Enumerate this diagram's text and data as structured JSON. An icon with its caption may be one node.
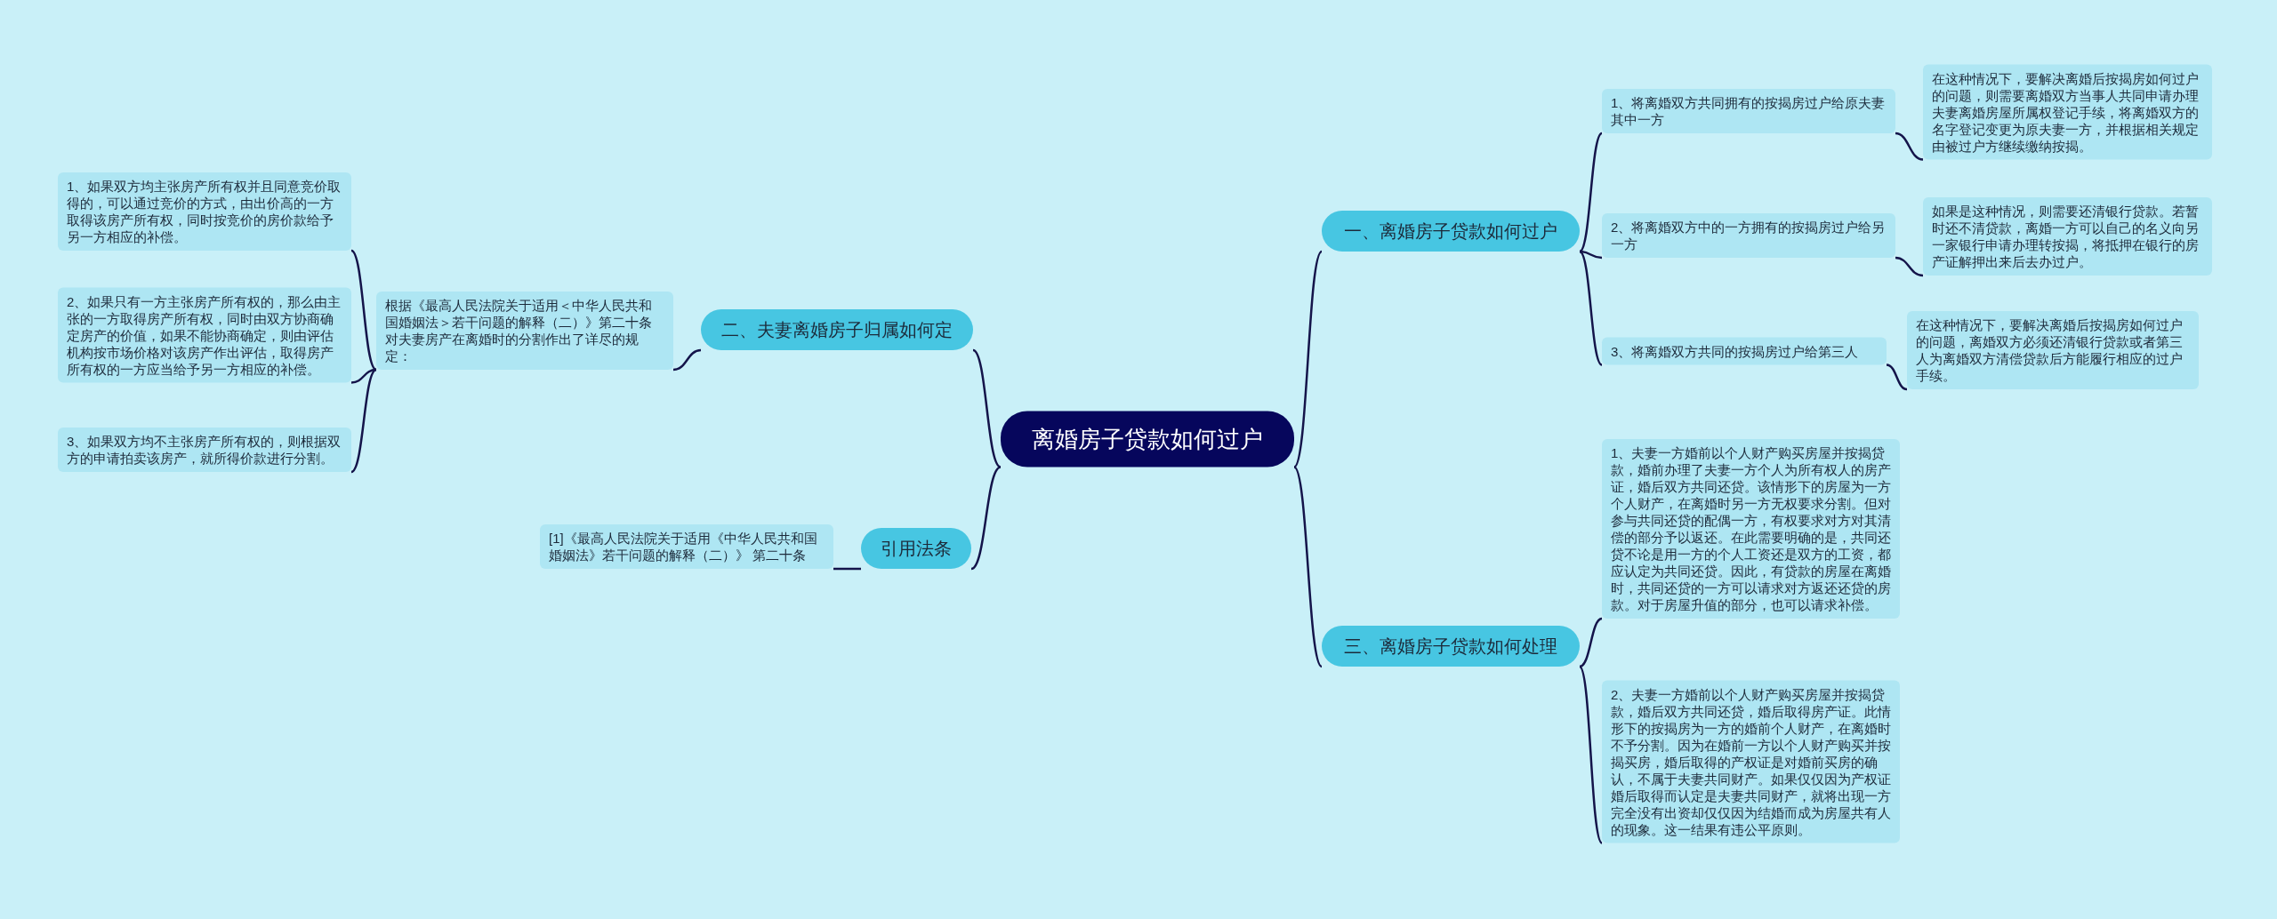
{
  "diagram": {
    "nodes": [
      {
        "text": [
          "离婚房子贷款如何过户"
        ]
      },
      {
        "text": [
          "一、离婚房子贷款如何过户"
        ]
      },
      {
        "text": [
          "1、将离婚双方共同拥有的按揭房过户给原夫妻其中一方"
        ]
      },
      {
        "text": [
          "在这种情况下，要解决离婚后按揭房如何过户的问题，则需要离婚双方当事人共同申请办理夫妻离婚房屋所属权登记手续，将离婚双方的名字登记变更为原夫妻一方，并根据相关规定由被过户方继续缴纳按揭。"
        ]
      },
      {
        "text": [
          "2、将离婚双方中的一方拥有的按揭房过户给另一方"
        ]
      },
      {
        "text": [
          "如果是这种情况，则需要还清银行贷款。若暂时还不清贷款，离婚一方可以自己的名义向另一家银行申请办理转按揭，将抵押在银行的房产证解押出来后去办过户。"
        ]
      },
      {
        "text": [
          "3、将离婚双方共同的按揭房过户给第三人"
        ]
      },
      {
        "text": [
          "在这种情况下，要解决离婚后按揭房如何过户的问题，离婚双方必须还清银行贷款或者第三人为离婚双方清偿贷款后方能履行相应的过户手续。"
        ]
      },
      {
        "text": [
          "三、离婚房子贷款如何处理"
        ]
      },
      {
        "text": [
          "1、夫妻一方婚前以个人财产购买房屋并按揭贷款，婚前办理了夫妻一方个人为所有权人的房产证，婚后双方共同还贷。该情形下的房屋为一方个人财产，在离婚时另一方无权要求分割。但对参与共同还贷的配偶一方，有权要求对方对其清偿的部分予以返还。在此需要明确的是，共同还贷不论是用一方的个人工资还是双方的工资，都应认定为共同还贷。因此，有贷款的房屋在离婚时，共同还贷的一方可以请求对方返还还贷的房款。对于房屋升值的部分，也可以请求补偿。"
        ]
      },
      {
        "text": [
          "2、夫妻一方婚前以个人财产购买房屋并按揭贷款，婚后双方共同还贷，婚后取得房产证。此情形下的按揭房为一方的婚前个人财产，在离婚时不予分割。因为在婚前一方以个人财产购买并按揭买房，婚后取得的产权证是对婚前买房的确认，不属于夫妻共同财产。如果仅仅因为产权证婚后取得而认定是夫妻共同财产，就将出现一方完全没有出资却仅仅因为结婚而成为房屋共有人的现象。这一结果有违公平原则。"
        ]
      },
      {
        "text": [
          "二、夫妻离婚房子归属如何定"
        ]
      },
      {
        "text": [
          "根据《最高人民法院关于适用＜中华人民共和国婚姻法＞若干问题的解释（二）》第二十条对夫妻房产在离婚时的分割作出了详尽的规定："
        ]
      },
      {
        "text": [
          "1、如果双方均主张房产所有权并且同意竞价取得的，可以通过竞价的方式，由出价高的一方取得该房产所有权，同时按竞价的房价款给予另一方相应的补偿。"
        ]
      },
      {
        "text": [
          "2、如果只有一方主张房产所有权的，那么由主张的一方取得房产所有权，同时由双方协商确定房产的价值，如果不能协商确定，则由评估机构按市场价格对该房产作出评估，取得房产所有权的一方应当给予另一方相应的补偿。"
        ]
      },
      {
        "text": [
          "3、如果双方均不主张房产所有权的，则根据双方的申请拍卖该房产，就所得价款进行分割。"
        ]
      },
      {
        "text": [
          "引用法条"
        ]
      },
      {
        "text": [
          "[1]《最高人民法院关于适用《中华人民共和国婚姻法》若干问题的解释（二）》 第二十条"
        ]
      }
    ],
    "edges": [
      {
        "from": 0,
        "to": 1,
        "arrow": "none"
      },
      {
        "from": 1,
        "to": 2,
        "arrow": "none"
      },
      {
        "from": 2,
        "to": 3,
        "arrow": "none"
      },
      {
        "from": 1,
        "to": 4,
        "arrow": "none"
      },
      {
        "from": 4,
        "to": 5,
        "arrow": "none"
      },
      {
        "from": 1,
        "to": 6,
        "arrow": "none"
      },
      {
        "from": 6,
        "to": 7,
        "arrow": "none"
      },
      {
        "from": 0,
        "to": 8,
        "arrow": "none"
      },
      {
        "from": 8,
        "to": 9,
        "arrow": "none"
      },
      {
        "from": 8,
        "to": 10,
        "arrow": "none"
      },
      {
        "from": 0,
        "to": 11,
        "arrow": "none"
      },
      {
        "from": 11,
        "to": 12,
        "arrow": "none"
      },
      {
        "from": 12,
        "to": 13,
        "arrow": "none"
      },
      {
        "from": 12,
        "to": 14,
        "arrow": "none"
      },
      {
        "from": 12,
        "to": 15,
        "arrow": "none"
      },
      {
        "from": 0,
        "to": 16,
        "arrow": "none"
      },
      {
        "from": 16,
        "to": 17,
        "arrow": "none"
      }
    ]
  }
}
